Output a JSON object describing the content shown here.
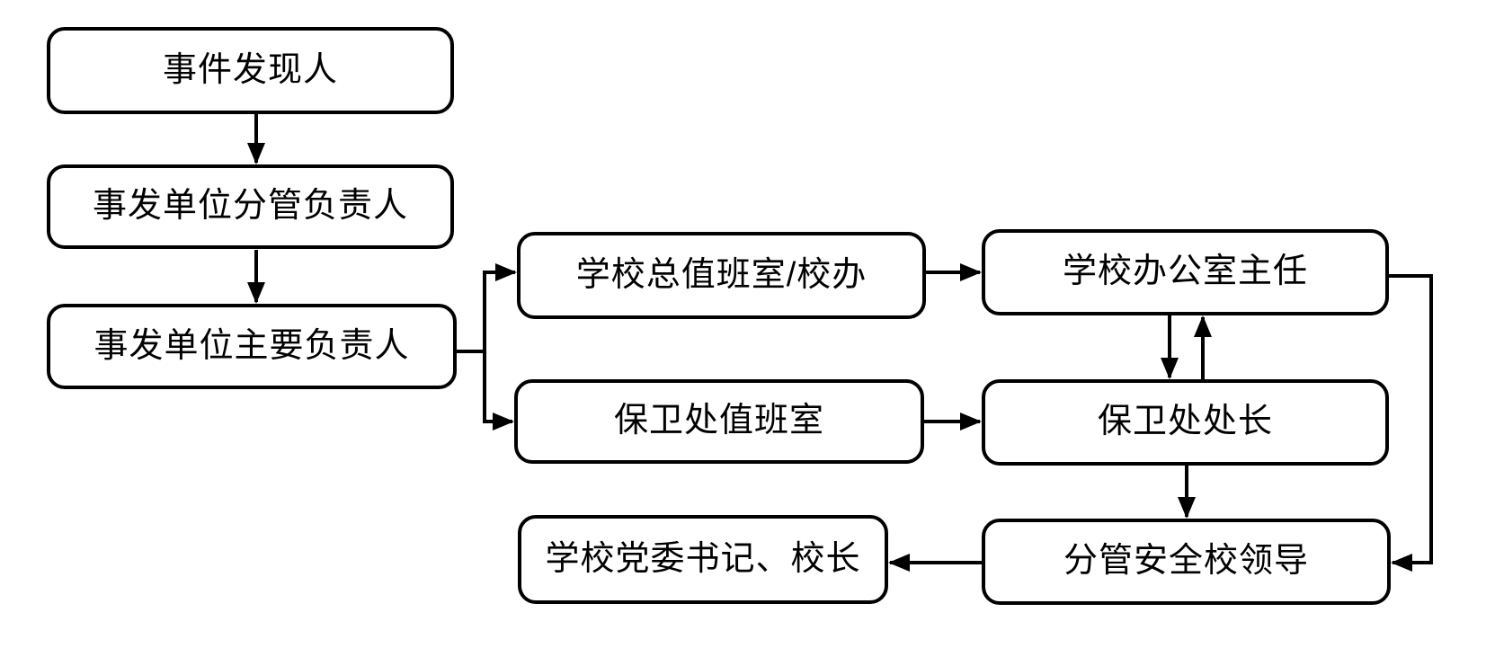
{
  "diagram": {
    "type": "flowchart",
    "background_color": "#ffffff",
    "line_color": "#000000",
    "nodes": [
      {
        "id": "incident-discoverer",
        "label": "事件发现人"
      },
      {
        "id": "unit-deputy-head",
        "label": "事发单位分管负责人"
      },
      {
        "id": "unit-main-head",
        "label": "事发单位主要负责人"
      },
      {
        "id": "school-duty-office",
        "label": "学校总值班室/校办"
      },
      {
        "id": "security-duty-room",
        "label": "保卫处值班室"
      },
      {
        "id": "school-office-director",
        "label": "学校办公室主任"
      },
      {
        "id": "security-dept-head",
        "label": "保卫处处长"
      },
      {
        "id": "safety-school-leader",
        "label": "分管安全校领导"
      },
      {
        "id": "party-secretary-president",
        "label": "学校党委书记、校长"
      }
    ],
    "edges": [
      {
        "from": "incident-discoverer",
        "to": "unit-deputy-head",
        "direction": "down"
      },
      {
        "from": "unit-deputy-head",
        "to": "unit-main-head",
        "direction": "down"
      },
      {
        "from": "unit-main-head",
        "to": "school-duty-office",
        "direction": "branch-up-right"
      },
      {
        "from": "unit-main-head",
        "to": "security-duty-room",
        "direction": "branch-down-right"
      },
      {
        "from": "school-duty-office",
        "to": "school-office-director",
        "direction": "right"
      },
      {
        "from": "security-duty-room",
        "to": "security-dept-head",
        "direction": "right"
      },
      {
        "from": "school-office-director",
        "to": "security-dept-head",
        "direction": "down"
      },
      {
        "from": "security-dept-head",
        "to": "school-office-director",
        "direction": "up"
      },
      {
        "from": "security-dept-head",
        "to": "safety-school-leader",
        "direction": "down"
      },
      {
        "from": "school-office-director",
        "to": "safety-school-leader",
        "direction": "route-right-down"
      },
      {
        "from": "safety-school-leader",
        "to": "party-secretary-president",
        "direction": "left"
      }
    ]
  }
}
